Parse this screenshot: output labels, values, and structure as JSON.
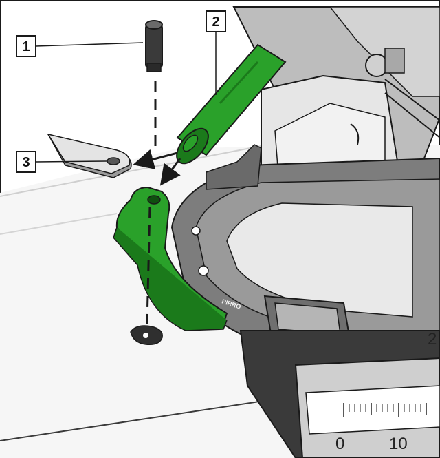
{
  "callouts": [
    {
      "number": "1"
    },
    {
      "number": "2"
    },
    {
      "number": "3"
    }
  ],
  "brand_mark": "PIRRO",
  "scale": {
    "label_left": "0",
    "label_right": "10",
    "label_far": "2"
  },
  "colors": {
    "highlight_green": "#2aa12a",
    "highlight_green_dark": "#1b7a1b",
    "machine_grey": "#8a8a8a",
    "machine_dark": "#4a4a4a",
    "plate_light": "#e4e4e4",
    "outline": "#1a1a1a"
  },
  "icons": [
    "arrow-icon",
    "dashed-guide-line"
  ]
}
